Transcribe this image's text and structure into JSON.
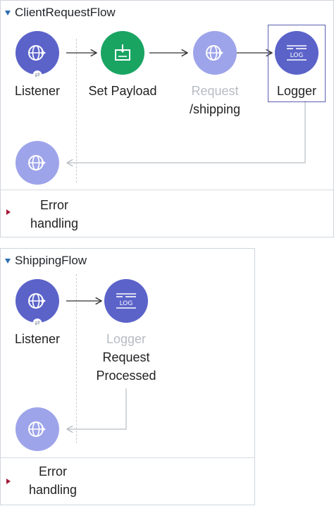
{
  "flows": [
    {
      "name": "ClientRequestFlow",
      "nodes": {
        "listener": {
          "label": "Listener",
          "icon": "globe-icon",
          "badge": "⇄"
        },
        "set_payload": {
          "label": "Set Payload",
          "icon": "set-payload-icon"
        },
        "request": {
          "label_top": "Request",
          "label_bottom": "/shipping",
          "icon": "globe-icon"
        },
        "logger": {
          "label": "Logger",
          "icon": "log-icon",
          "icon_text": "LOG"
        },
        "response": {
          "icon": "globe-icon"
        }
      },
      "error_handling": {
        "line1": "Error",
        "line2": "handling"
      }
    },
    {
      "name": "ShippingFlow",
      "nodes": {
        "listener": {
          "label": "Listener",
          "icon": "globe-icon",
          "badge": "⇄"
        },
        "logger": {
          "label_top": "Logger",
          "label_line2": "Request",
          "label_line3": "Processed",
          "icon": "log-icon",
          "icon_text": "LOG"
        },
        "response": {
          "icon": "globe-icon"
        }
      },
      "error_handling": {
        "line1": "Error",
        "line2": "handling"
      }
    }
  ],
  "colors": {
    "component_purple": "#5b63c9",
    "component_green": "#19a462",
    "component_light": "#9ea4ea",
    "disabled_text": "#b7bcc2",
    "selection_border": "#5a5fb0",
    "expand_blue": "#2a6fb0",
    "error_red": "#a5193b"
  }
}
